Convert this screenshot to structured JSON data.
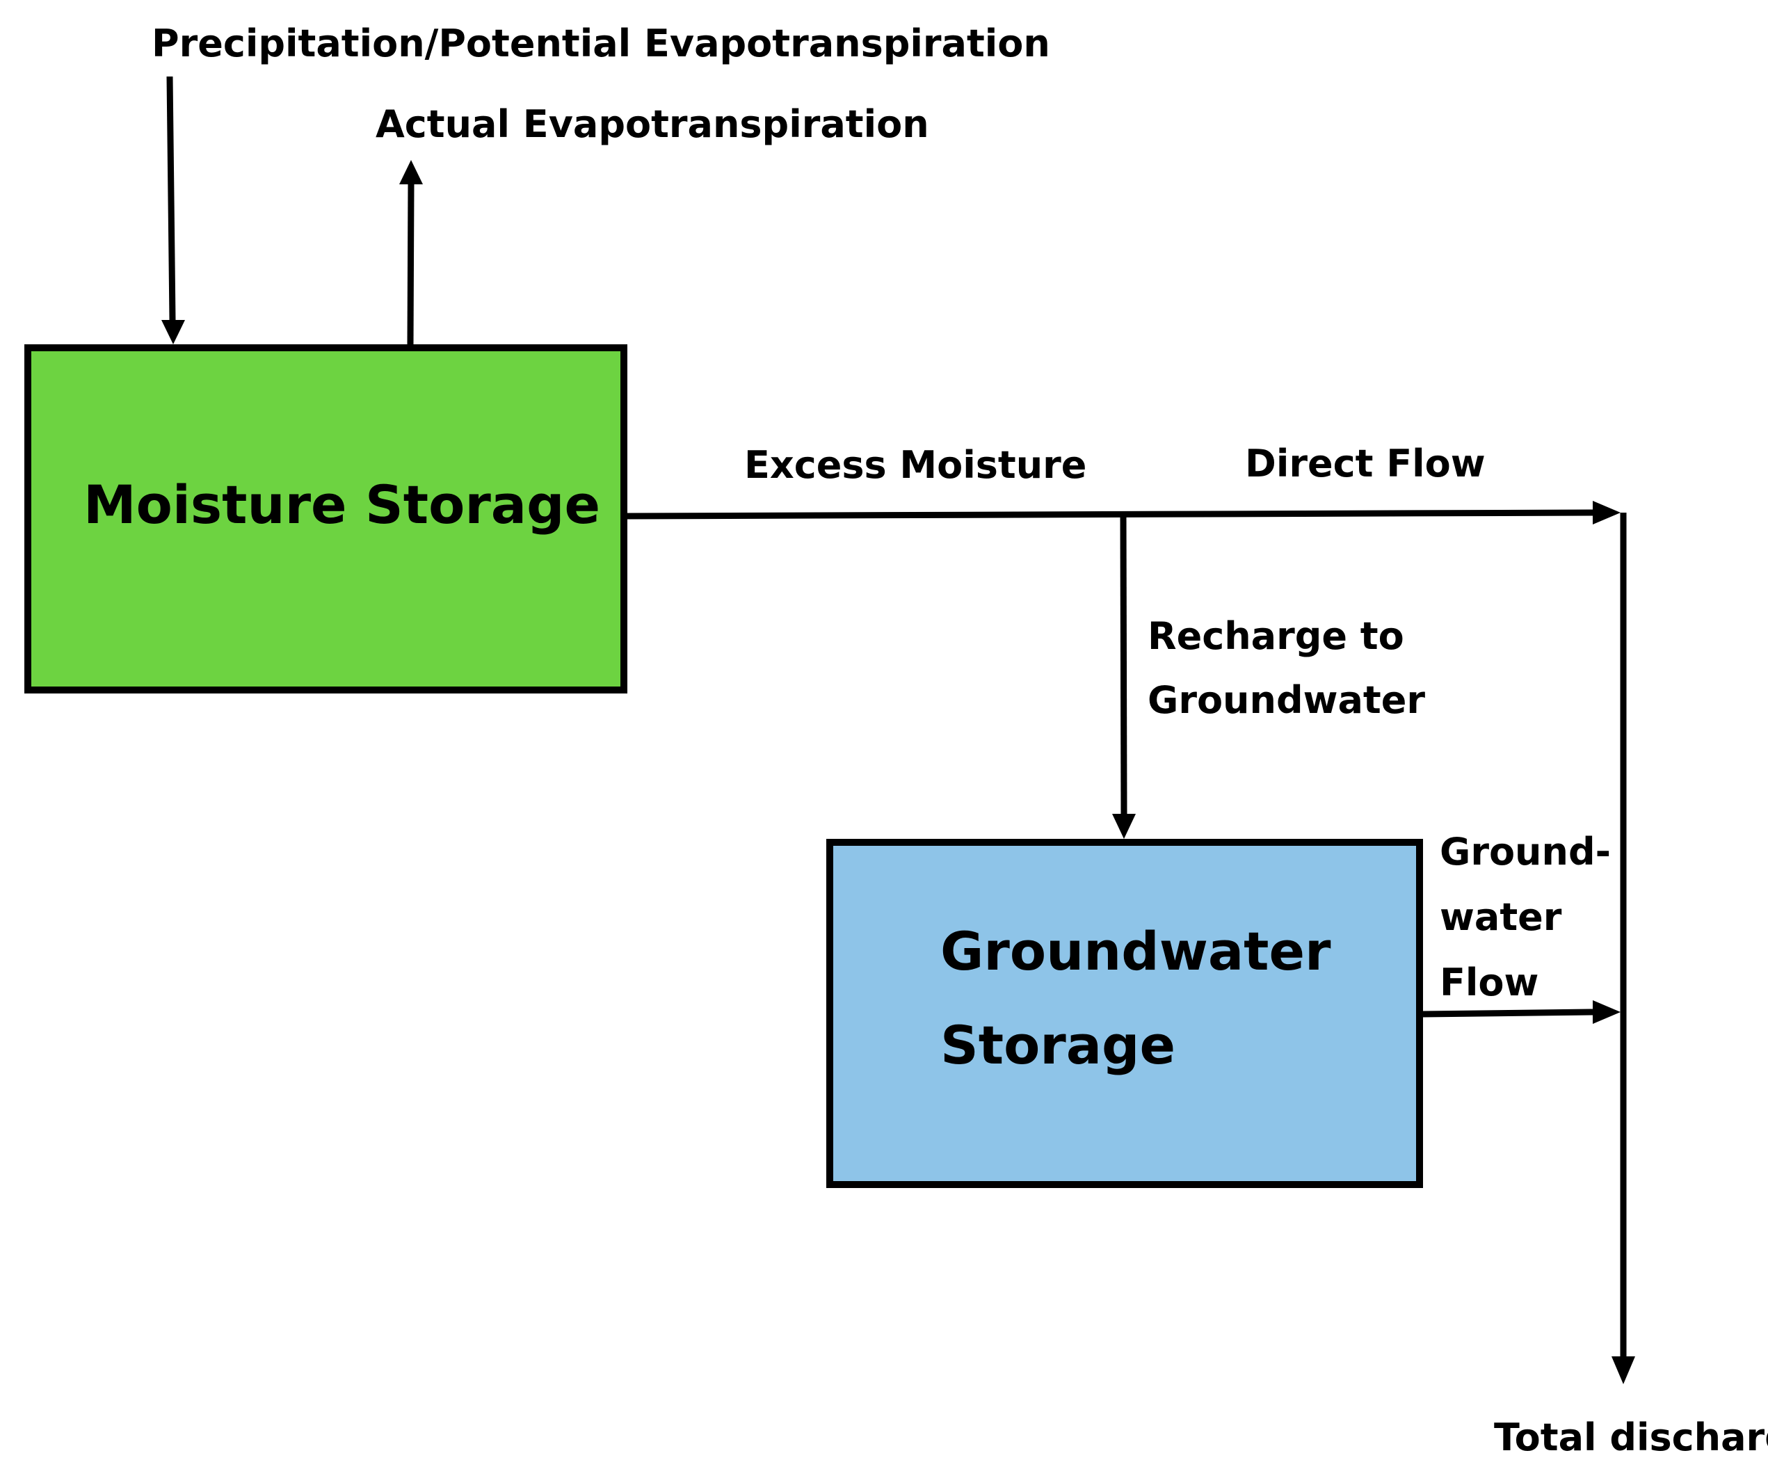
{
  "colors": {
    "moisture_fill": "#6DD341",
    "groundwater_fill": "#8EC4E8",
    "line": "#000000",
    "background": "#FFFFFF"
  },
  "nodes": {
    "moisture_storage": {
      "title": "Moisture Storage"
    },
    "groundwater_storage": {
      "title_line1": "Groundwater",
      "title_line2": "Storage"
    }
  },
  "flows": {
    "precipitation": "Precipitation/Potential Evapotranspiration",
    "actual_et": "Actual Evapotranspiration",
    "excess_moisture": "Excess Moisture",
    "direct_flow": "Direct Flow",
    "recharge_line1": "Recharge to",
    "recharge_line2": "Groundwater",
    "gw_flow_line1": "Ground-",
    "gw_flow_line2": "water",
    "gw_flow_line3": "Flow",
    "total_discharge": "Total discharge"
  }
}
